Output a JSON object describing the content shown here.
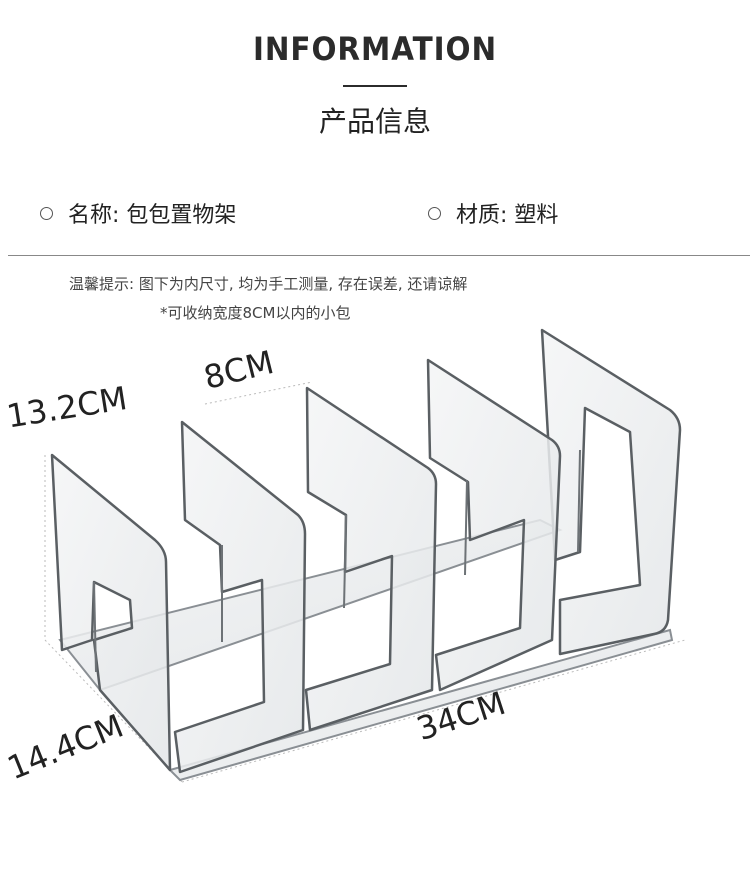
{
  "header": {
    "title": "INFORMATION",
    "subtitle": "产品信息"
  },
  "specs": {
    "name": "名称: 包包置物架",
    "material": "材质: 塑料"
  },
  "notes": {
    "line1": "温馨提示:  图下为内尺寸,  均为手工测量,  存在误差,  还请谅解",
    "line2": "*可收纳宽度8CM以内的小包"
  },
  "dimensions": {
    "width": "8CM",
    "height": "13.2CM",
    "depth": "14.4CM",
    "length": "34CM"
  },
  "colors": {
    "acrylic_fill": "#eef0f2",
    "acrylic_edge": "#8a8f94",
    "acrylic_dark_edge": "#5a5f63"
  }
}
